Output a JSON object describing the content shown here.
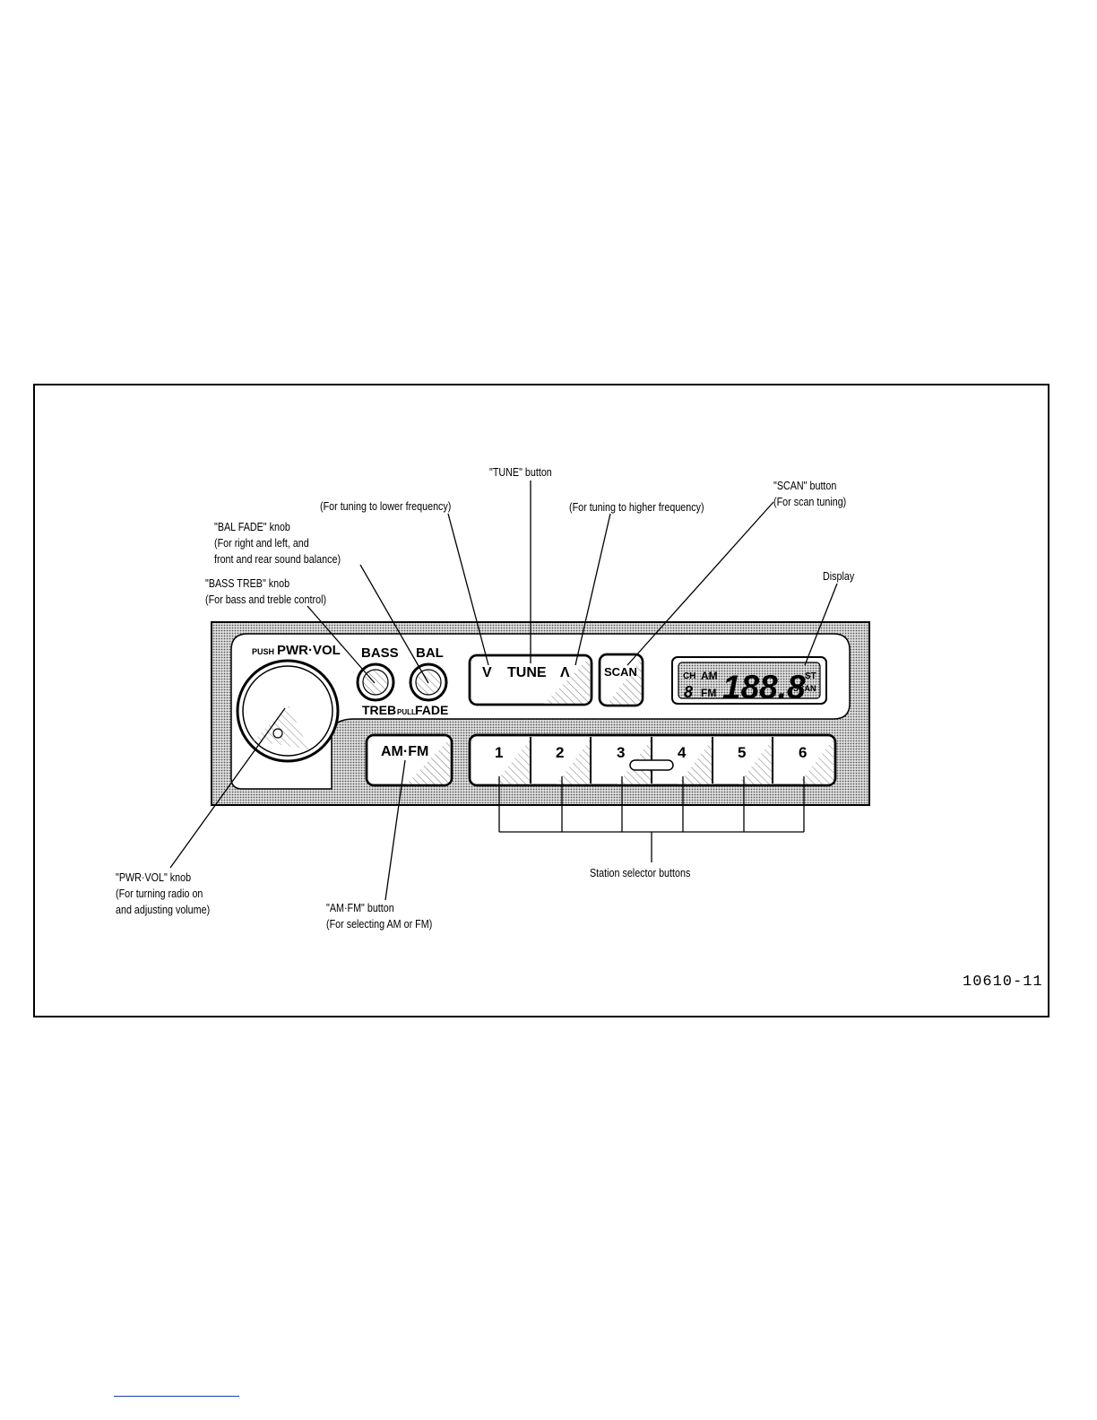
{
  "callouts": {
    "tune": {
      "l1": "\"TUNE\" button"
    },
    "tune_lower": {
      "l1": "(For tuning to lower frequency)"
    },
    "tune_higher": {
      "l1": "(For tuning to higher frequency)"
    },
    "scan": {
      "l1": "\"SCAN\" button",
      "l2": "(For scan tuning)"
    },
    "bal_fade": {
      "l1": "\"BAL FADE\" knob",
      "l2": "(For right and left, and",
      "l3": "front and rear sound balance)"
    },
    "bass_treb": {
      "l1": "\"BASS TREB\" knob",
      "l2": "(For bass and treble control)"
    },
    "display": {
      "l1": "Display"
    },
    "pwr_vol": {
      "l1": "\"PWR·VOL\" knob",
      "l2": "(For turning radio on",
      "l3": "and adjusting volume)"
    },
    "am_fm": {
      "l1": "\"AM·FM\" button",
      "l2": "(For selecting AM or FM)"
    },
    "station": {
      "l1": "Station selector buttons"
    }
  },
  "radio": {
    "push_label": "PUSH",
    "pwr_vol_label": "PWR·VOL",
    "bass_label": "BASS",
    "bal_label": "BAL",
    "treb_label": "TREB",
    "pull_label": "PULL",
    "fade_label": "FADE",
    "tune_label": "TUNE",
    "tune_down_glyph": "V",
    "tune_up_glyph": "Λ",
    "scan_label": "SCAN",
    "am_fm_label": "AM·FM",
    "display": {
      "ch": "CH",
      "am": "AM",
      "fm": "FM",
      "digit": "8",
      "freq": "188.8",
      "st": "ST",
      "scan": "SCAN"
    },
    "presets": [
      "1",
      "2",
      "3",
      "4",
      "5",
      "6"
    ]
  },
  "figure_id": "10610-11",
  "colors": {
    "panel_fill": "#bdbdbd",
    "ink": "#000000",
    "face": "#ffffff"
  }
}
